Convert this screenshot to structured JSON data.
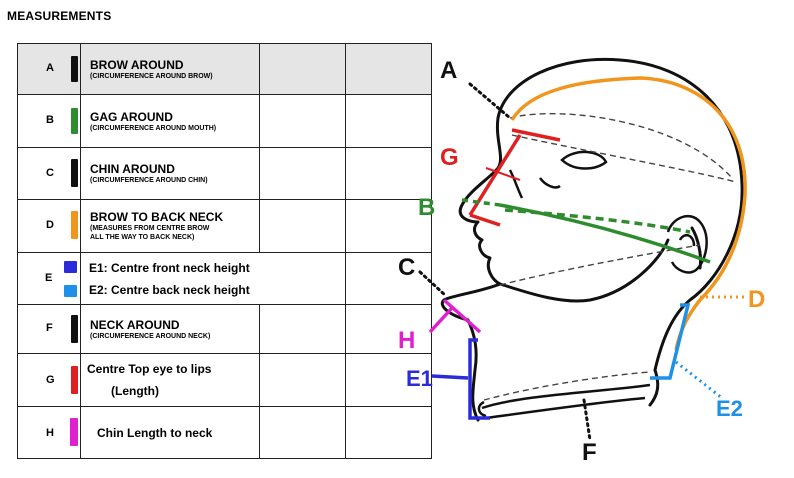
{
  "title": "MEASUREMENTS",
  "rows": [
    {
      "letter": "A",
      "color": "#111111",
      "main": "BROW AROUND",
      "sub": [
        "(CIRCUMFERENCE AROUND BROW)"
      ]
    },
    {
      "letter": "B",
      "color": "#2e8b2e",
      "main": "GAG AROUND",
      "sub": [
        "(CIRCUMFERENCE AROUND MOUTH)"
      ]
    },
    {
      "letter": "C",
      "color": "#111111",
      "main": "CHIN AROUND",
      "sub": [
        "(CIRCUMFERENCE AROUND CHIN)"
      ]
    },
    {
      "letter": "D",
      "color": "#f0961e",
      "main": "BROW TO BACK NECK",
      "sub": [
        "(MEASURES FROM CENTRE BROW",
        "ALL THE WAY TO BACK NECK)"
      ]
    },
    {
      "letter": "E",
      "colors": [
        "#2b2bd9",
        "#1e90e8"
      ],
      "lines": [
        "E1: Centre front neck height",
        "E2: Centre back neck height"
      ]
    },
    {
      "letter": "F",
      "color": "#111111",
      "main": "NECK AROUND",
      "sub": [
        "(CIRCUMFERENCE AROUND NECK)"
      ]
    },
    {
      "letter": "G",
      "color": "#e02020",
      "main": "Centre Top eye to lips",
      "main2": "(Length)"
    },
    {
      "letter": "H",
      "color": "#e020d0",
      "main": "Chin Length to neck"
    }
  ],
  "diagram": {
    "labels": {
      "A": "A",
      "G": "G",
      "B": "B",
      "C": "C",
      "H": "H",
      "E1": "E1",
      "F": "F",
      "E2": "E2",
      "D": "D"
    },
    "colors": {
      "A": "#111111",
      "G": "#e02020",
      "B": "#2e8b2e",
      "C": "#111111",
      "H": "#e020d0",
      "E1": "#2b2bd9",
      "F": "#111111",
      "E2": "#1e90e8",
      "D": "#f0961e"
    }
  }
}
